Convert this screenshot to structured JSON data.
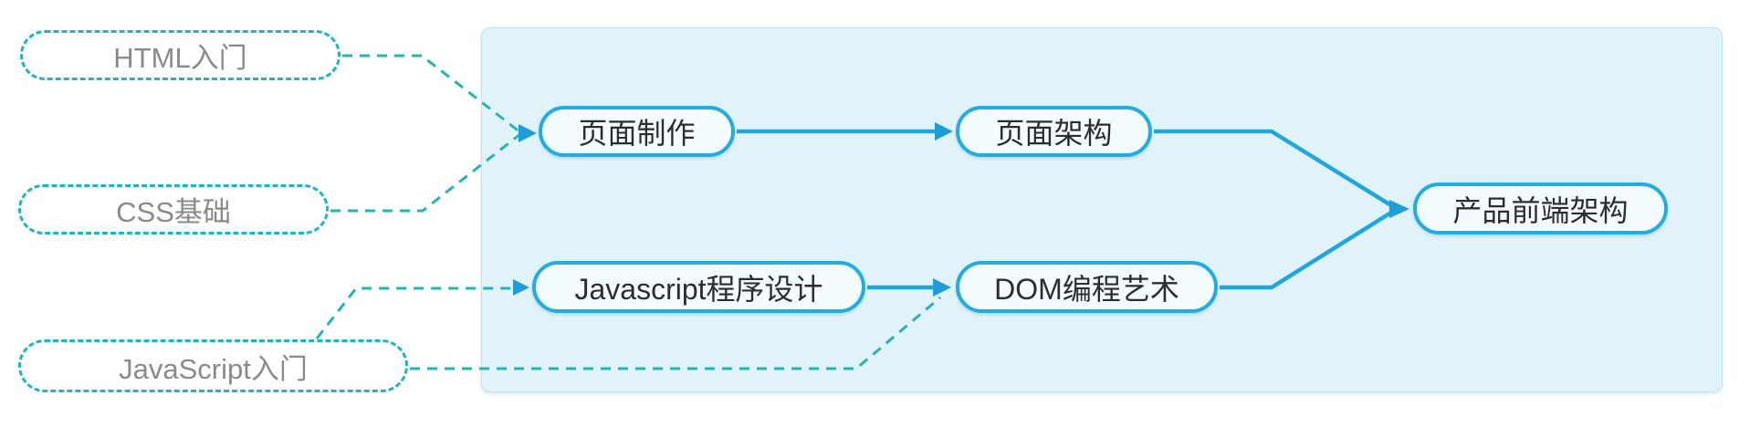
{
  "diagram": {
    "prerequisites": {
      "items": [
        {
          "label": "HTML入门"
        },
        {
          "label": "CSS基础"
        },
        {
          "label": "JavaScript入门"
        }
      ]
    },
    "core_path": {
      "items": [
        {
          "label": "页面制作"
        },
        {
          "label": "页面架构"
        },
        {
          "label": "Javascript程序设计"
        },
        {
          "label": "DOM编程艺术"
        },
        {
          "label": "产品前端架构"
        }
      ]
    },
    "edges": [
      {
        "from": "HTML入门",
        "to": "页面制作",
        "style": "dashed"
      },
      {
        "from": "CSS基础",
        "to": "页面制作",
        "style": "dashed"
      },
      {
        "from": "JavaScript入门",
        "to": "Javascript程序设计",
        "style": "dashed"
      },
      {
        "from": "JavaScript入门",
        "to": "DOM编程艺术",
        "style": "dashed"
      },
      {
        "from": "页面制作",
        "to": "页面架构",
        "style": "solid"
      },
      {
        "from": "Javascript程序设计",
        "to": "DOM编程艺术",
        "style": "solid"
      },
      {
        "from": "页面架构",
        "to": "产品前端架构",
        "style": "solid"
      },
      {
        "from": "DOM编程艺术",
        "to": "产品前端架构",
        "style": "solid"
      }
    ],
    "colors": {
      "solid_line": "#1ea7dd",
      "dashed_line": "#23b4b4",
      "arrow": "#1f9ed6",
      "panel_fill": "#e2f2f9",
      "panel_border": "#bfe4ef",
      "core_node_border": "#1fade2",
      "core_node_fill": "#f4fbfe",
      "core_node_text": "#2d2d2d",
      "prereq_node_border": "#1db5c6",
      "prereq_node_text": "#8a8a8a"
    }
  }
}
